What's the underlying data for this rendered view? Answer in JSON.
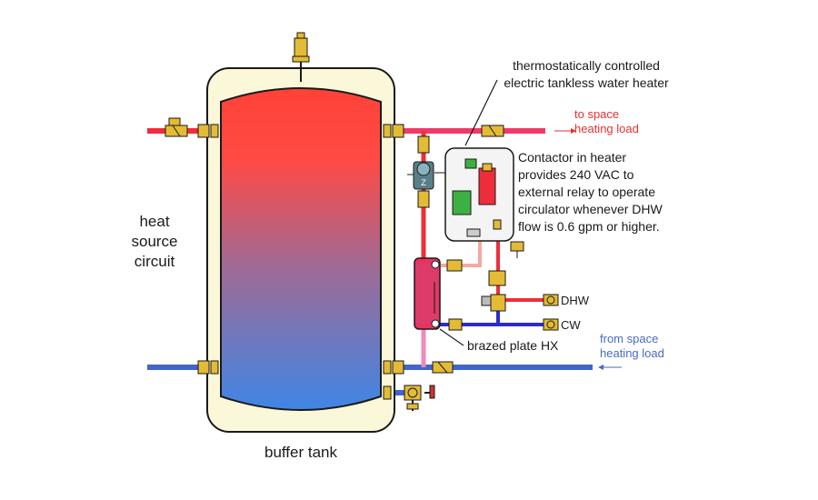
{
  "labels": {
    "heat_source_1": "heat",
    "heat_source_2": "source",
    "heat_source_3": "circuit",
    "buffer_tank": "buffer tank",
    "heater_title_1": "thermostatically controlled",
    "heater_title_2": "electric tankless water heater",
    "to_space_1": "to space",
    "to_space_2": "heating load",
    "from_space_1": "from space",
    "from_space_2": "heating load",
    "contactor_1": "Contactor in heater",
    "contactor_2": "provides 240 VAC to",
    "contactor_3": "external relay to operate",
    "contactor_4": "circulator whenever DHW",
    "contactor_5": "flow is 0.6 gpm or higher.",
    "dhw": "DHW",
    "cw": "CW",
    "hx": "brazed plate HX"
  },
  "colors": {
    "hot": "#ee2d3a",
    "cold": "#3f66c8",
    "return_pink": "#f08ab8",
    "tank_top": "#ff4238",
    "tank_bottom": "#3f86e6",
    "tank_jacket": "#fbf7d9",
    "brass": "#e3bb34",
    "label_red": "#e8302e",
    "label_blue": "#4a69c8",
    "text": "#1a1a1a"
  }
}
